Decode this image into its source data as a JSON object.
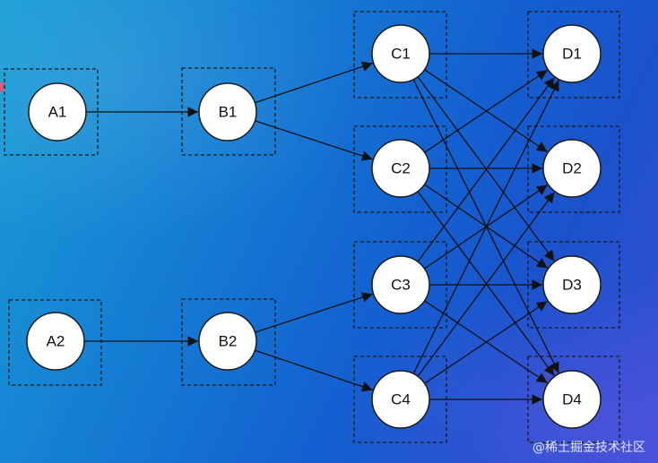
{
  "diagram": {
    "nodes": [
      {
        "id": "A1",
        "label": "A1"
      },
      {
        "id": "B1",
        "label": "B1"
      },
      {
        "id": "A2",
        "label": "A2"
      },
      {
        "id": "B2",
        "label": "B2"
      },
      {
        "id": "C1",
        "label": "C1"
      },
      {
        "id": "C2",
        "label": "C2"
      },
      {
        "id": "C3",
        "label": "C3"
      },
      {
        "id": "C4",
        "label": "C4"
      },
      {
        "id": "D1",
        "label": "D1"
      },
      {
        "id": "D2",
        "label": "D2"
      },
      {
        "id": "D3",
        "label": "D3"
      },
      {
        "id": "D4",
        "label": "D4"
      }
    ],
    "edges": [
      [
        "A1",
        "B1"
      ],
      [
        "A2",
        "B2"
      ],
      [
        "B1",
        "C1"
      ],
      [
        "B1",
        "C2"
      ],
      [
        "B2",
        "C3"
      ],
      [
        "B2",
        "C4"
      ],
      [
        "C1",
        "D1"
      ],
      [
        "C1",
        "D2"
      ],
      [
        "C1",
        "D3"
      ],
      [
        "C1",
        "D4"
      ],
      [
        "C2",
        "D1"
      ],
      [
        "C2",
        "D2"
      ],
      [
        "C2",
        "D3"
      ],
      [
        "C2",
        "D4"
      ],
      [
        "C3",
        "D1"
      ],
      [
        "C3",
        "D2"
      ],
      [
        "C3",
        "D3"
      ],
      [
        "C3",
        "D4"
      ],
      [
        "C4",
        "D1"
      ],
      [
        "C4",
        "D2"
      ],
      [
        "C4",
        "D3"
      ],
      [
        "C4",
        "D4"
      ]
    ],
    "colors": {
      "node_fill": "#ffffff",
      "node_stroke": "#1a1a1a",
      "edge": "#111111",
      "box_border": "#1a1a1a"
    }
  },
  "watermark": "@稀土掘金技术社区"
}
